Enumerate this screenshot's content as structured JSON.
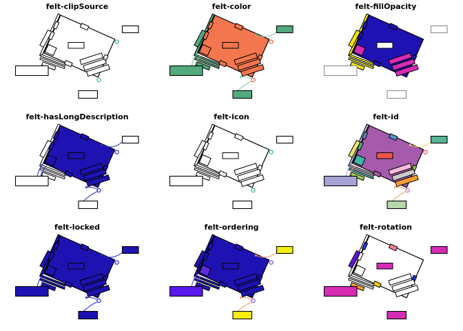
{
  "figure": {
    "background": "#ffffff",
    "grid": {
      "rows": 3,
      "cols": 3
    },
    "description_parts": [
      "main-shape",
      "long-thin-strip",
      "medium-strip",
      "edge-mark-a",
      "edge-mark-b",
      "corner-square",
      "top-notch",
      "mid-rect",
      "stair-1",
      "stair-2",
      "stair-3",
      "right-mark",
      "bottom-mark",
      "track-a",
      "track-b",
      "small-strip",
      "label-box-top-right",
      "label-box-left",
      "label-box-bottom",
      "anchor-circle-right",
      "anchor-circle-bottom"
    ]
  },
  "panels": [
    {
      "title": "felt-clipSource",
      "fills": {
        "main": "#ffffff",
        "strip_long": "#ffffff",
        "strip_med": "#ffffff",
        "edge_mark_a": "#ffffff",
        "edge_mark_b": "#ffffff",
        "corner_square": "#ffffff",
        "top_notch": "#ffffff",
        "mid_rect": "#ffffff",
        "stair_1": "#ffffff",
        "stair_2": "#ffffff",
        "stair_3": "#ffffff",
        "right_mark": "#ffffff",
        "bottom_mark": "#ffffff",
        "track_a": "#ffffff",
        "track_b": "#ffffff",
        "small_strip": "#ffffff",
        "box_top_right": "#ffffff",
        "box_left": "#ffffff",
        "box_bottom": "#ffffff"
      },
      "lines": {
        "line_top_right": "none",
        "line_bottom": "none",
        "line_left_1": "none",
        "line_left_2": "none"
      },
      "circles": {
        "circle_right": "#3dbd92",
        "circle_bottom": "#3dbd92"
      },
      "box_stroke": "#000000"
    },
    {
      "title": "felt-color",
      "fills": {
        "main": "#f4764e",
        "strip_long": "#52ab7d",
        "strip_med": "#52ab7d",
        "edge_mark_a": "#f4764e",
        "edge_mark_b": "#f4764e",
        "corner_square": "#f4764e",
        "top_notch": "#f4764e",
        "mid_rect": "#f4764e",
        "stair_1": "#f4764e",
        "stair_2": "#f4764e",
        "stair_3": "#f4764e",
        "right_mark": "#f4764e",
        "bottom_mark": "#f4764e",
        "track_a": "#52ab7d",
        "track_b": "#52ab7d",
        "small_strip": "#52ab7d",
        "box_top_right": "#52ab7d",
        "box_left": "#52ab7d",
        "box_bottom": "#52ab7d"
      },
      "lines": {
        "line_top_right": "#7cc89c",
        "line_bottom": "#7cc89c",
        "line_left_1": "#7cc89c",
        "line_left_2": "#7cc89c"
      },
      "circles": {
        "circle_right": "#ef604b",
        "circle_bottom": "#ef604b"
      },
      "box_stroke": "#000000"
    },
    {
      "title": "felt-fillOpacity",
      "fills": {
        "main": "#1e13b2",
        "strip_long": "#f2e70f",
        "strip_med": "#f2e70f",
        "edge_mark_a": "#1e13b2",
        "edge_mark_b": "#1e13b2",
        "corner_square": "#d62cb4",
        "top_notch": "#1e13b2",
        "mid_rect": "#ffffff",
        "stair_1": "#d62cb4",
        "stair_2": "#d62cb4",
        "stair_3": "#d62cb4",
        "right_mark": "#1e13b2",
        "bottom_mark": "#1e13b2",
        "track_a": "#f2e70f",
        "track_b": "#f2e70f",
        "small_strip": "#f2e70f",
        "box_top_right": "#ffffff",
        "box_left": "#ffffff",
        "box_bottom": "#ffffff"
      },
      "lines": {
        "line_top_right": "none",
        "line_bottom": "none",
        "line_left_1": "none",
        "line_left_2": "none"
      },
      "circles": {
        "circle_right": "none",
        "circle_bottom": "none"
      },
      "box_stroke": "#8a8a8a"
    },
    {
      "title": "felt-hasLongDescription",
      "fills": {
        "main": "#1e13b2",
        "strip_long": "#ffffff",
        "strip_med": "#ffffff",
        "edge_mark_a": "#1e13b2",
        "edge_mark_b": "#1e13b2",
        "corner_square": "#1e13b2",
        "top_notch": "#1e13b2",
        "mid_rect": "#1e13b2",
        "stair_1": "#1e13b2",
        "stair_2": "#1e13b2",
        "stair_3": "#1e13b2",
        "right_mark": "#1e13b2",
        "bottom_mark": "#1e13b2",
        "track_a": "#ffffff",
        "track_b": "#ffffff",
        "small_strip": "#ffffff",
        "box_top_right": "#ffffff",
        "box_left": "#ffffff",
        "box_bottom": "#ffffff"
      },
      "lines": {
        "line_top_right": "#3434c9",
        "line_bottom": "#3434c9",
        "line_left_1": "#3434c9",
        "line_left_2": "#3434c9"
      },
      "circles": {
        "circle_right": "#3434c9",
        "circle_bottom": "#3434c9"
      },
      "box_stroke": "#000000"
    },
    {
      "title": "felt-icon",
      "fills": {
        "main": "#ffffff",
        "strip_long": "#ffffff",
        "strip_med": "#ffffff",
        "edge_mark_a": "#ffffff",
        "edge_mark_b": "#ffffff",
        "corner_square": "#ffffff",
        "top_notch": "#ffffff",
        "mid_rect": "#ffffff",
        "stair_1": "#ffffff",
        "stair_2": "#ffffff",
        "stair_3": "#ffffff",
        "right_mark": "#ffffff",
        "bottom_mark": "#ffffff",
        "track_a": "#ffffff",
        "track_b": "#ffffff",
        "small_strip": "#ffffff",
        "box_top_right": "#ffffff",
        "box_left": "#ffffff",
        "box_bottom": "#ffffff"
      },
      "lines": {
        "line_top_right": "none",
        "line_bottom": "none",
        "line_left_1": "none",
        "line_left_2": "none"
      },
      "circles": {
        "circle_right": "#3dbd92",
        "circle_bottom": "#3dbd92"
      },
      "box_stroke": "#000000"
    },
    {
      "title": "felt-id",
      "fills": {
        "main": "#a55aab",
        "strip_long": "#b2abd6",
        "strip_med": "#e9e56b",
        "edge_mark_a": "#6f87c0",
        "edge_mark_b": "#52ab7d",
        "corner_square": "#3fb8a8",
        "top_notch": "#5592cc",
        "mid_rect": "#ef554a",
        "stair_1": "#f6bcd8",
        "stair_2": "#cbcbcb",
        "stair_3": "#f59d33",
        "right_mark": "#8cc152",
        "bottom_mark": "#a55aab",
        "track_a": "#b2abd6",
        "track_b": "#4ab8ad",
        "small_strip": "#9bce58",
        "box_top_right": "#56b694",
        "box_left": "#a7a3d4",
        "box_bottom": "#b5d9a8"
      },
      "lines": {
        "line_top_right": "#f0dd65",
        "line_bottom": "#f5a35c",
        "line_left_1": "#85b8e8",
        "line_left_2": "#f08878"
      },
      "circles": {
        "circle_right": "#f0544c",
        "circle_bottom": "#c66ad0"
      },
      "box_stroke": "#000000"
    },
    {
      "title": "felt-locked",
      "fills": {
        "main": "#1e13b2",
        "strip_long": "#1e13b2",
        "strip_med": "#1e13b2",
        "edge_mark_a": "#1e13b2",
        "edge_mark_b": "#1e13b2",
        "corner_square": "#1e13b2",
        "top_notch": "#1e13b2",
        "mid_rect": "#1e13b2",
        "stair_1": "#1e13b2",
        "stair_2": "#1e13b2",
        "stair_3": "#1e13b2",
        "right_mark": "#1e13b2",
        "bottom_mark": "#1e13b2",
        "track_a": "#1e13b2",
        "track_b": "#1e13b2",
        "small_strip": "#1e13b2",
        "box_top_right": "#1e13b2",
        "box_left": "#1e13b2",
        "box_bottom": "#1e13b2"
      },
      "lines": {
        "line_top_right": "#2d2dde",
        "line_bottom": "#2d2dde",
        "line_left_1": "#2d2dde",
        "line_left_2": "#2d2dde"
      },
      "circles": {
        "circle_right": "#2d2dde",
        "circle_bottom": "#2d2dde"
      },
      "box_stroke": "#000000"
    },
    {
      "title": "felt-ordering",
      "fills": {
        "main": "#1e13b2",
        "strip_long": "#1e13b2",
        "strip_med": "#1e13b2",
        "edge_mark_a": "#1e13b2",
        "edge_mark_b": "#1e13b2",
        "corner_square": "#5e2be0",
        "top_notch": "#1e13b2",
        "mid_rect": "#1e13b2",
        "stair_1": "#1e13b2",
        "stair_2": "#1e13b2",
        "stair_3": "#1e13b2",
        "right_mark": "#1e13b2",
        "bottom_mark": "#1e13b2",
        "track_a": "#1e13b2",
        "track_b": "#1e13b2",
        "small_strip": "#1e13b2",
        "box_top_right": "#f5ee11",
        "box_left": "#5a17ee",
        "box_bottom": "#f5ee11"
      },
      "lines": {
        "line_top_right": "#f29a72",
        "line_bottom": "#f29a72",
        "line_left_1": "#6a3ae8",
        "line_left_2": "#6a3ae8"
      },
      "circles": {
        "circle_right": "#8c52e8",
        "circle_bottom": "#8c52e8"
      },
      "box_stroke": "#000000"
    },
    {
      "title": "felt-rotation",
      "fills": {
        "main": "#ffffff",
        "strip_long": "#ffffff",
        "strip_med": "#5f13d9",
        "edge_mark_a": "#2433dd",
        "edge_mark_b": "#ffffff",
        "corner_square": "#ffffff",
        "top_notch": "#f2808e",
        "mid_rect": "#d62cb4",
        "stair_1": "#ffffff",
        "stair_2": "#ffffff",
        "stair_3": "#ffffff",
        "right_mark": "#2433dd",
        "bottom_mark": "#efd011",
        "track_a": "#ffffff",
        "track_b": "#ffffff",
        "small_strip": "#f0a03c",
        "box_top_right": "#d62cb4",
        "box_left": "#d62cb4",
        "box_bottom": "#d62cb4"
      },
      "lines": {
        "line_top_right": "none",
        "line_bottom": "none",
        "line_left_1": "none",
        "line_left_2": "none"
      },
      "circles": {
        "circle_right": "none",
        "circle_bottom": "none"
      },
      "box_stroke": "#000000"
    }
  ]
}
